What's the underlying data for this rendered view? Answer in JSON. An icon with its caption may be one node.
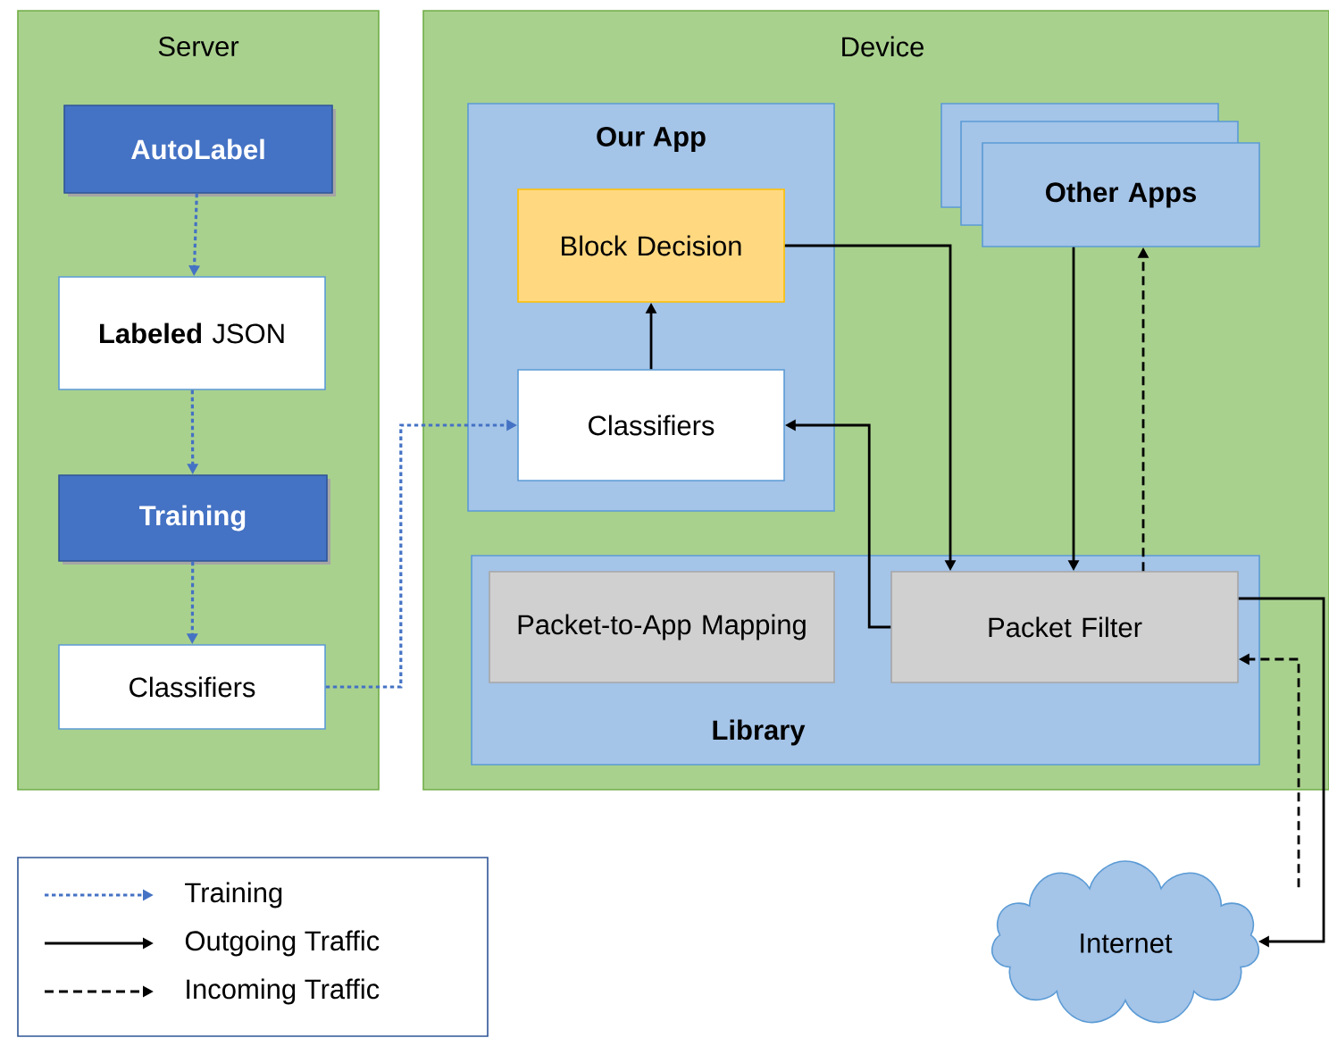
{
  "diagram": {
    "nodes": [
      {
        "text": [
          "Server"
        ]
      },
      {
        "text": [
          "AutoLabel"
        ],
        "in": 0
      },
      {
        "text": [
          "**Labeled** JSON"
        ],
        "in": 0
      },
      {
        "text": [
          "Training"
        ],
        "in": 0
      },
      {
        "text": [
          "Classifiers"
        ],
        "in": 0
      },
      {
        "text": [
          "Device"
        ]
      },
      {
        "text": [
          "Our App"
        ],
        "in": 5
      },
      {
        "text": [
          "Block Decision"
        ],
        "in": 6
      },
      {
        "text": [
          "Classifiers"
        ],
        "in": 6
      },
      {
        "text": [
          "Other Apps"
        ],
        "in": 5
      },
      {
        "text": [
          "Library"
        ],
        "in": 5
      },
      {
        "text": [
          "Packet-to-App Mapping"
        ],
        "in": 10
      },
      {
        "text": [
          "Packet Filter"
        ],
        "in": 10
      },
      {
        "text": [
          "Internet"
        ]
      }
    ],
    "edges": [
      {
        "from": 1,
        "to": 2,
        "arrow": "to",
        "style": "dashed",
        "color": "#4472c4"
      },
      {
        "from": 2,
        "to": 3,
        "arrow": "to",
        "style": "dashed",
        "color": "#4472c4"
      },
      {
        "from": 3,
        "to": 4,
        "arrow": "to",
        "style": "dashed",
        "color": "#4472c4"
      },
      {
        "from": 4,
        "to": 8,
        "arrow": "to",
        "style": "dashed",
        "color": "#4472c4"
      },
      {
        "from": 8,
        "to": 7,
        "arrow": "to"
      },
      {
        "from": 7,
        "to": 12,
        "arrow": "to"
      },
      {
        "from": 9,
        "to": 12,
        "arrow": "to"
      },
      {
        "from": 12,
        "to": 9,
        "arrow": "to",
        "style": "dashed"
      },
      {
        "from": 12,
        "to": 8,
        "arrow": "to"
      },
      {
        "from": 12,
        "to": 13,
        "arrow": "to"
      },
      {
        "from": 13,
        "to": 12,
        "arrow": "to",
        "style": "dashed"
      }
    ],
    "legend": [
      {
        "text": "Training"
      },
      {
        "text": "Outgoing Traffic"
      },
      {
        "text": "Incoming Traffic"
      }
    ]
  }
}
